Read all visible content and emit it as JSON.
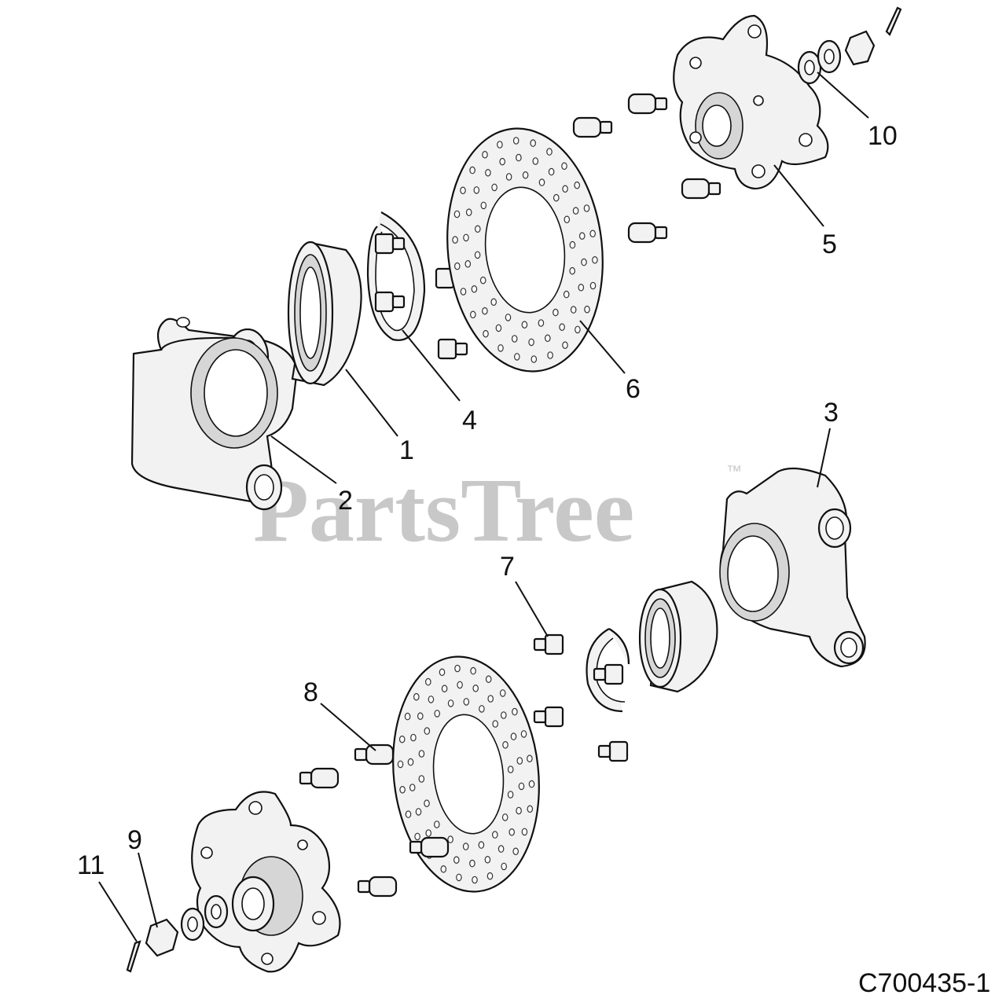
{
  "watermark": {
    "text": "PartsTree",
    "trademark": "™"
  },
  "drawing_code": "C700435-1",
  "callouts": [
    {
      "id": "callout-1",
      "label": "1"
    },
    {
      "id": "callout-2",
      "label": "2"
    },
    {
      "id": "callout-3",
      "label": "3"
    },
    {
      "id": "callout-4",
      "label": "4"
    },
    {
      "id": "callout-5",
      "label": "5"
    },
    {
      "id": "callout-6",
      "label": "6"
    },
    {
      "id": "callout-7",
      "label": "7"
    },
    {
      "id": "callout-8",
      "label": "8"
    },
    {
      "id": "callout-9",
      "label": "9"
    },
    {
      "id": "callout-10",
      "label": "10"
    },
    {
      "id": "callout-11",
      "label": "11"
    }
  ]
}
